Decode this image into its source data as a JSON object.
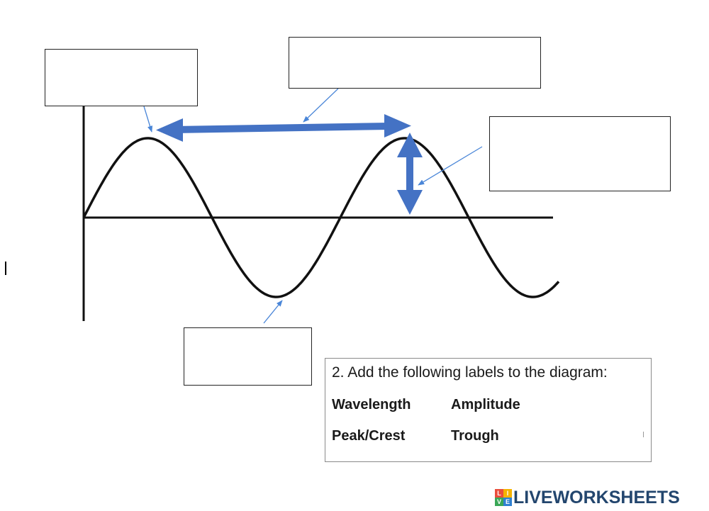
{
  "diagram": {
    "wave_color": "#111111",
    "arrow_color": "#4472c4",
    "pointer_color": "#4a86d8"
  },
  "answer_boxes": [
    {
      "id": "peak",
      "value": ""
    },
    {
      "id": "wavelength",
      "value": ""
    },
    {
      "id": "amplitude",
      "value": ""
    },
    {
      "id": "trough",
      "value": ""
    }
  ],
  "instructions": {
    "title": "2. Add the following labels to the diagram:",
    "terms": [
      "Wavelength",
      "Amplitude",
      "Peak/Crest",
      "Trough"
    ]
  },
  "watermark": {
    "text": "LIVEWORKSHEETS",
    "logo_letters": [
      "L",
      "I",
      "V",
      "E"
    ],
    "logo_colors": [
      "#e94e3d",
      "#f5b300",
      "#3aa757",
      "#2f80d1"
    ]
  }
}
